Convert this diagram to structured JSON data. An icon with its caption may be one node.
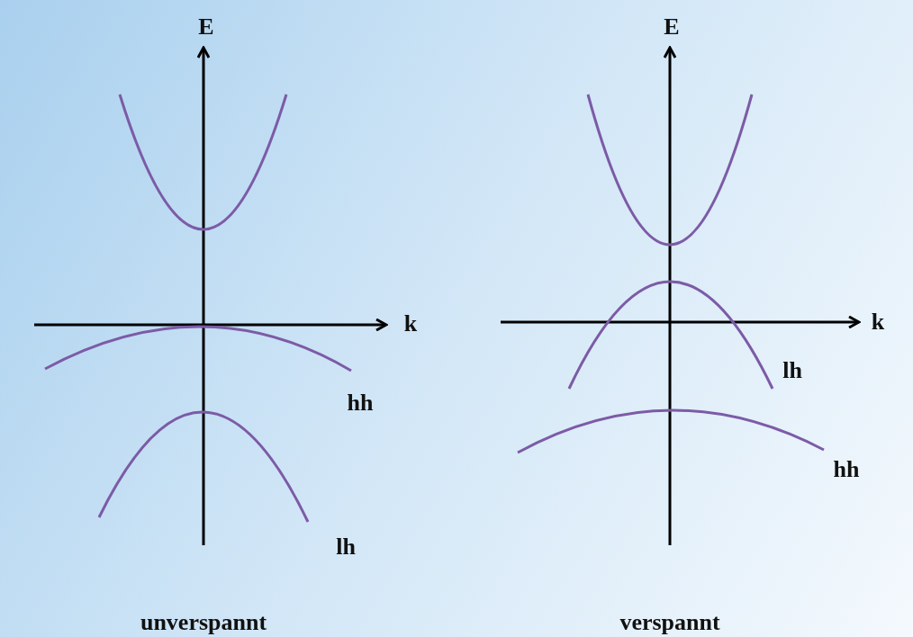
{
  "diagram": {
    "labels": [
      "E",
      "E",
      "k",
      "k",
      "hh",
      "lh",
      "hh",
      "lh",
      "unverspannt",
      "verspannt"
    ]
  }
}
